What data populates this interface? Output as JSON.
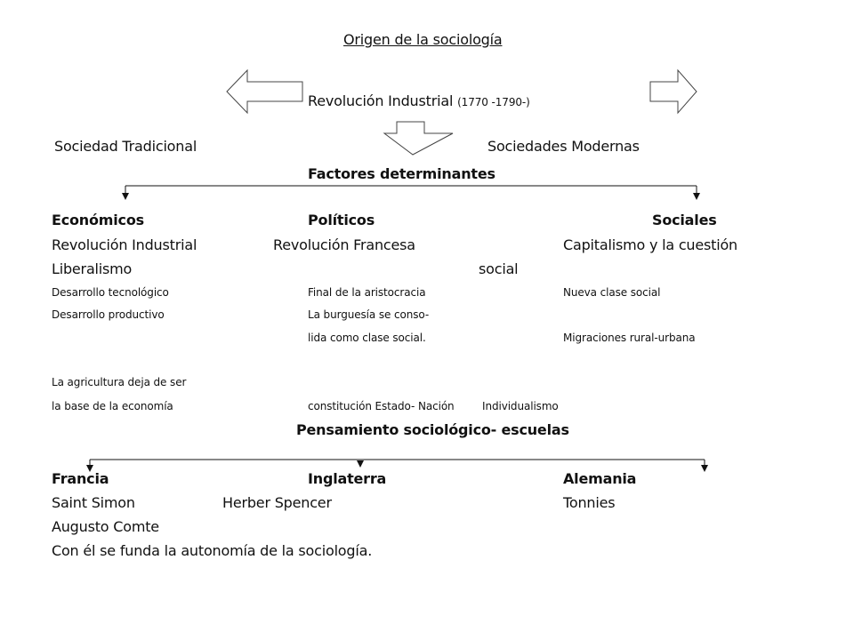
{
  "title": "Origen de la sociología",
  "revolucion": {
    "main": "Revolución Industrial",
    "years": "(1770 -1790-)"
  },
  "sociedad_tradicional": "Sociedad Tradicional",
  "sociedades_modernas": "Sociedades Modernas",
  "factores_heading": "Factores determinantes",
  "columns": {
    "economicos": {
      "header": "Económicos",
      "items": [
        "Revolución Industrial",
        "Liberalismo",
        "Desarrollo tecnológico",
        "Desarrollo productivo",
        "La agricultura deja de ser",
        "la  base de la economía"
      ]
    },
    "politicos": {
      "header": "Políticos",
      "items": [
        "Revolución Francesa",
        "Final de la aristocracia",
        "La burguesía se conso-",
        "lida como clase social.",
        "constitución Estado- Nación"
      ]
    },
    "sociales": {
      "header": "Sociales",
      "items": [
        "Capitalismo y la cuestión",
        "social",
        "Nueva clase social",
        "Migraciones rural-urbana",
        "Individualismo"
      ]
    }
  },
  "pensamiento_heading": "Pensamiento sociológico- escuelas",
  "schools": {
    "francia": {
      "header": "Francia",
      "items": [
        "Saint Simon",
        "Augusto Comte",
        "Con él se funda la autonomía de la sociología."
      ]
    },
    "inglaterra": {
      "header": "Inglaterra",
      "items": [
        "Herber Spencer"
      ]
    },
    "alemania": {
      "header": "Alemania",
      "items": [
        "Tonnies"
      ]
    }
  }
}
